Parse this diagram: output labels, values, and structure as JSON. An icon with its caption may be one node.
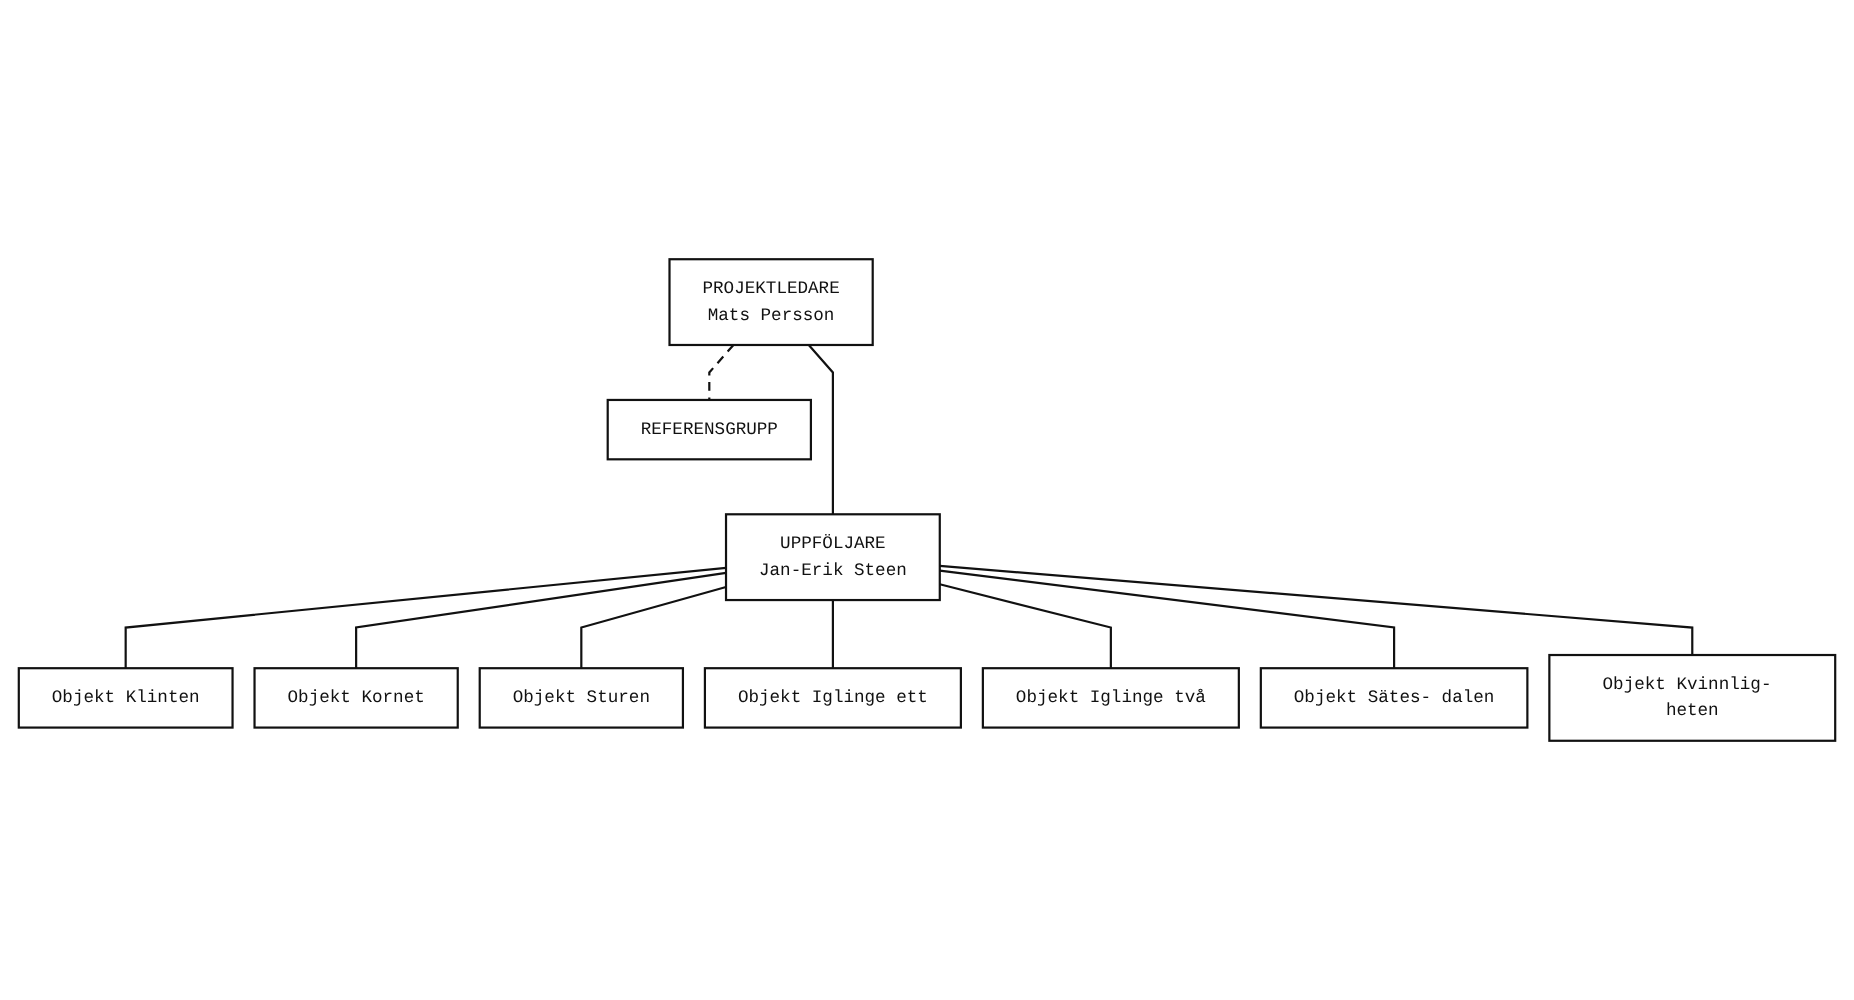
{
  "diagram": {
    "nodes": [
      {
        "text": [
          "PROJEKTLEDARE",
          "Mats Persson"
        ]
      },
      {
        "text": [
          "REFERENSGRUPP"
        ]
      },
      {
        "text": [
          "UPPFÖLJARE",
          "Jan-Erik Steen"
        ]
      },
      {
        "text": [
          "Objekt Klinten"
        ]
      },
      {
        "text": [
          "Objekt Kornet"
        ]
      },
      {
        "text": [
          "Objekt Sturen"
        ]
      },
      {
        "text": [
          "Objekt Iglinge ett"
        ]
      },
      {
        "text": [
          "Objekt Iglinge två"
        ]
      },
      {
        "text": [
          "Objekt Sätes- dalen"
        ]
      },
      {
        "text": [
          "Objekt Kvinnlig- heten"
        ]
      }
    ],
    "edges": [
      {
        "from": 0,
        "to": 2,
        "arrow": "none"
      },
      {
        "from": 0,
        "to": 1,
        "arrow": "none",
        "style": "dashed"
      },
      {
        "from": 2,
        "to": 3,
        "arrow": "none"
      },
      {
        "from": 2,
        "to": 4,
        "arrow": "none"
      },
      {
        "from": 2,
        "to": 5,
        "arrow": "none"
      },
      {
        "from": 2,
        "to": 6,
        "arrow": "none"
      },
      {
        "from": 2,
        "to": 7,
        "arrow": "none"
      },
      {
        "from": 2,
        "to": 8,
        "arrow": "none"
      },
      {
        "from": 2,
        "to": 9,
        "arrow": "none"
      }
    ]
  }
}
